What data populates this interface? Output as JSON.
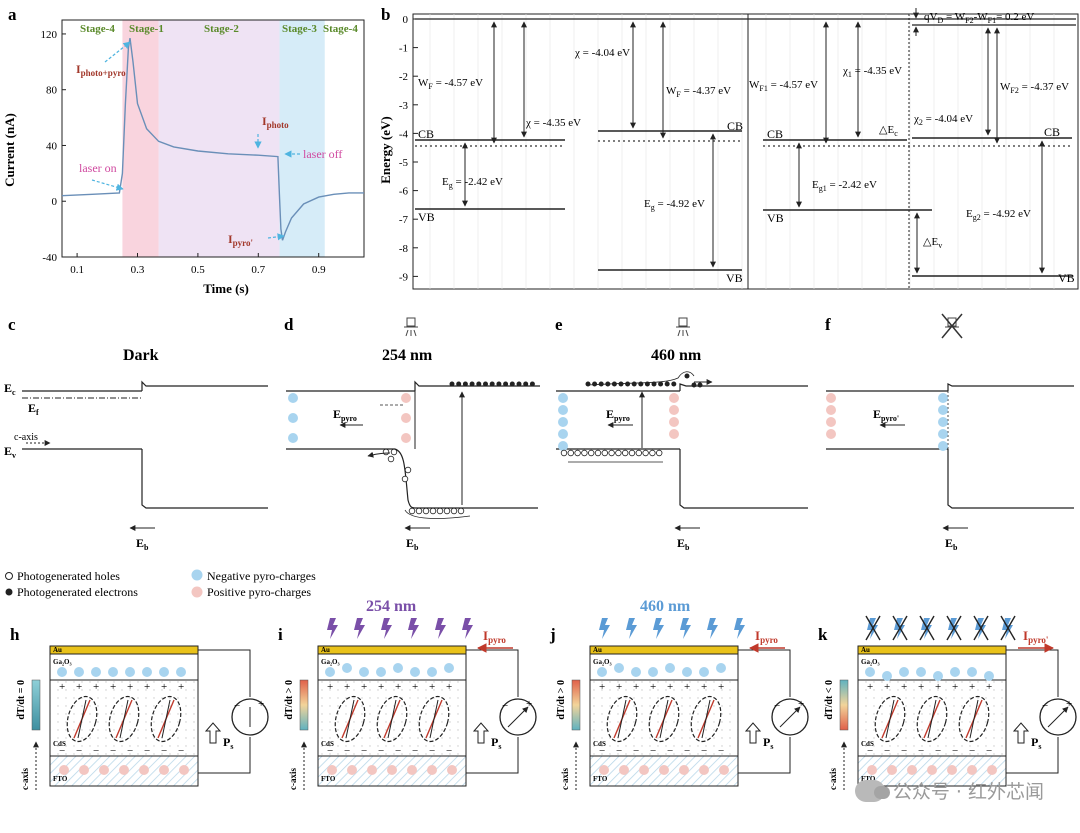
{
  "panels": {
    "a": {
      "label": "a",
      "stages": [
        "Stage-4",
        "Stage-1",
        "Stage-2",
        "Stage-3",
        "Stage-4"
      ],
      "ylabel": "Current (nA)",
      "xlabel": "Time (s)",
      "annotations": {
        "photo_pyro": "I",
        "photo_pyro_sub": "photo+pyro",
        "photo": "I",
        "photo_sub": "photo",
        "pyro": "I",
        "pyro_sub": "pyro'",
        "laser_on": "laser on",
        "laser_off": "laser off"
      }
    },
    "b": {
      "label": "b",
      "ylabel": "Energy (eV)",
      "left": {
        "wf": "W",
        "wf_sub": "F",
        "wf_val": " = -4.57 eV",
        "chi": "χ = -4.35 eV",
        "eg": "E",
        "eg_sub": "g",
        "eg_val": " = -2.42 eV",
        "cb": "CB",
        "vb": "VB"
      },
      "middle": {
        "chi": "χ = -4.04 eV",
        "wf": "W",
        "wf_sub": "F",
        "wf_val": " = -4.37 eV",
        "eg": "E",
        "eg_sub": "g",
        "eg_val": " = -4.92 eV",
        "cb": "CB",
        "vb": "VB"
      },
      "right": {
        "qvd": "qV",
        "qvd_sub": "D",
        "qvd_val": " = W",
        "qvd_w2": "F2",
        "qvd_mid": "-W",
        "qvd_w1": "F1",
        "qvd_end": "= 0.2 eV",
        "wf1": "W",
        "wf1_sub": "F1",
        "wf1_val": " = -4.57 eV",
        "chi1": "χ",
        "chi1_sub": "1",
        "chi1_val": " = -4.35 eV",
        "chi2": "χ",
        "chi2_sub": "2",
        "chi2_val": " = -4.04 eV",
        "wf2": "W",
        "wf2_sub": "F2",
        "wf2_val": " = -4.37 eV",
        "eg1": "E",
        "eg1_sub": "g1",
        "eg1_val": " = -2.42 eV",
        "eg2": "E",
        "eg2_sub": "g2",
        "eg2_val": " = -4.92 eV",
        "dec": "△E",
        "dec_sub": "c",
        "dev": "△E",
        "dev_sub": "v",
        "cb1": "CB",
        "vb1": "VB",
        "cb2": "CB",
        "vb2": "VB"
      }
    },
    "c": {
      "label": "c",
      "title": "Dark",
      "ec": "E",
      "ec_sub": "c",
      "ef": "E",
      "ef_sub": "f",
      "caxis": "c-axis",
      "ev": "E",
      "ev_sub": "v",
      "eb": "E",
      "eb_sub": "b"
    },
    "d": {
      "label": "d",
      "title": "254 nm",
      "epyro": "E",
      "epyro_sub": "pyro",
      "eb": "E",
      "eb_sub": "b"
    },
    "e": {
      "label": "e",
      "title": "460 nm",
      "epyro": "E",
      "epyro_sub": "pyro",
      "eb": "E",
      "eb_sub": "b"
    },
    "f": {
      "label": "f",
      "epyro": "E",
      "epyro_sub": "pyro'",
      "eb": "E",
      "eb_sub": "b"
    },
    "legend": {
      "holes": "Photogenerated holes",
      "electrons": "Photogenerated electrons",
      "neg": "Negative pyro-charges",
      "pos": "Positive pyro-charges"
    },
    "h": {
      "label": "h",
      "dtdt": "dT/dt = 0",
      "caxis": "c-axis",
      "au": "Au",
      "ga2o3": "Ga₂O₃",
      "cds": "CdS",
      "fto": "FTO",
      "ps": "P",
      "ps_sub": "s"
    },
    "i": {
      "label": "i",
      "wave": "254 nm",
      "current": "I",
      "current_sub": "pyro",
      "dtdt": "dT/dt > 0",
      "caxis": "c-axis",
      "au": "Au",
      "ga2o3": "Ga₂O₃",
      "cds": "CdS",
      "fto": "FTO",
      "ps": "P",
      "ps_sub": "s"
    },
    "j": {
      "label": "j",
      "wave": "460 nm",
      "current": "I",
      "current_sub": "pyro",
      "dtdt": "dT/dt > 0",
      "caxis": "c-axis",
      "au": "Au",
      "ga2o3": "Ga₂O₃",
      "cds": "CdS",
      "fto": "FTO",
      "ps": "P",
      "ps_sub": "s"
    },
    "k": {
      "label": "k",
      "current": "I",
      "current_sub": "pyro'",
      "dtdt": "dT/dt < 0",
      "caxis": "c-axis",
      "au": "Au",
      "ga2o3": "Ga₂O₃",
      "cds": "CdS",
      "fto": "FTO",
      "ps": "P",
      "ps_sub": "s"
    }
  },
  "watermark": "公众号 · 红外芯闻",
  "colors": {
    "stage1": "#f7c6d3",
    "stage2": "#ead9f0",
    "stage3": "#c8e6f5",
    "stage_text": "#5a8a2a",
    "annot_red": "#a2382b",
    "annot_cyan": "#4fb4e0",
    "pink_text": "#d04aa0",
    "neg_charge": "#a8d4ef",
    "pos_charge": "#f3c6c1",
    "au": "#e9c21a",
    "violet": "#7a4fa8",
    "blue": "#5b9bd5",
    "arrow_red": "#c0392b"
  },
  "chart_data": {
    "type": "line",
    "title": "",
    "xlabel": "Time (s)",
    "ylabel": "Current (nA)",
    "xlim": [
      0.05,
      1.05
    ],
    "ylim": [
      -40,
      130
    ],
    "xticks": [
      0.1,
      0.3,
      0.5,
      0.7,
      0.9
    ],
    "yticks": [
      -40,
      0,
      40,
      80,
      120
    ],
    "series": [
      {
        "x": [
          0.05,
          0.15,
          0.24,
          0.25,
          0.26,
          0.27,
          0.275,
          0.285,
          0.3,
          0.33,
          0.37,
          0.42,
          0.5,
          0.6,
          0.7,
          0.765,
          0.77,
          0.775,
          0.78,
          0.79,
          0.81,
          0.85,
          0.9,
          0.95,
          1.0,
          1.05
        ],
        "y": [
          4,
          5,
          6,
          20,
          70,
          110,
          117,
          100,
          70,
          52,
          43,
          39,
          36,
          34,
          33,
          32,
          5,
          -20,
          -28,
          -22,
          -12,
          -2,
          3,
          5,
          6,
          6
        ]
      }
    ],
    "shaded_regions": [
      {
        "stage": "Stage-1",
        "x": [
          0.25,
          0.37
        ]
      },
      {
        "stage": "Stage-2",
        "x": [
          0.37,
          0.77
        ]
      },
      {
        "stage": "Stage-3",
        "x": [
          0.77,
          0.92
        ]
      }
    ]
  }
}
